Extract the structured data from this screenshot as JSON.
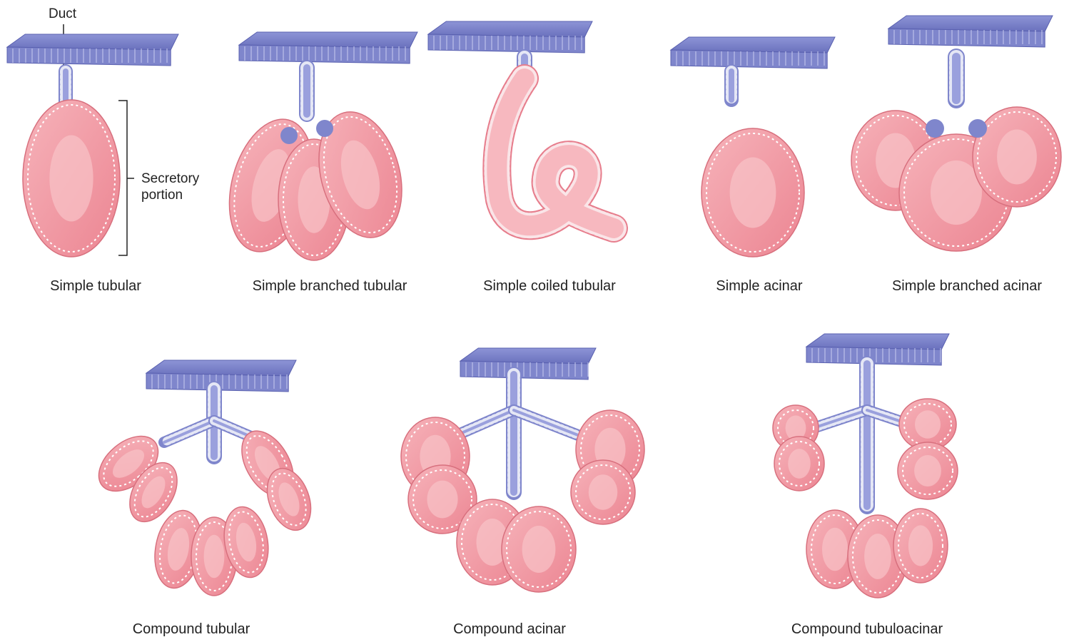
{
  "callouts": {
    "duct": "Duct",
    "secretory_line1": "Secretory",
    "secretory_line2": "portion"
  },
  "glands": [
    {
      "id": "simple-tubular",
      "label": "Simple tubular"
    },
    {
      "id": "simple-branched-tubular",
      "label": "Simple branched tubular"
    },
    {
      "id": "simple-coiled-tubular",
      "label": "Simple coiled tubular"
    },
    {
      "id": "simple-acinar",
      "label": "Simple acinar"
    },
    {
      "id": "simple-branched-acinar",
      "label": "Simple branched acinar"
    },
    {
      "id": "compound-tubular",
      "label": "Compound tubular"
    },
    {
      "id": "compound-acinar",
      "label": "Compound acinar"
    },
    {
      "id": "compound-tubuloacinar",
      "label": "Compound tubuloacinar"
    }
  ],
  "colors": {
    "epithelium": "#7f86cc",
    "epithelium_dark": "#5a61b0",
    "secretory": "#f19aa3",
    "secretory_light": "#f8c3c8",
    "cell_outline": "#ffffff",
    "text": "#222222"
  }
}
